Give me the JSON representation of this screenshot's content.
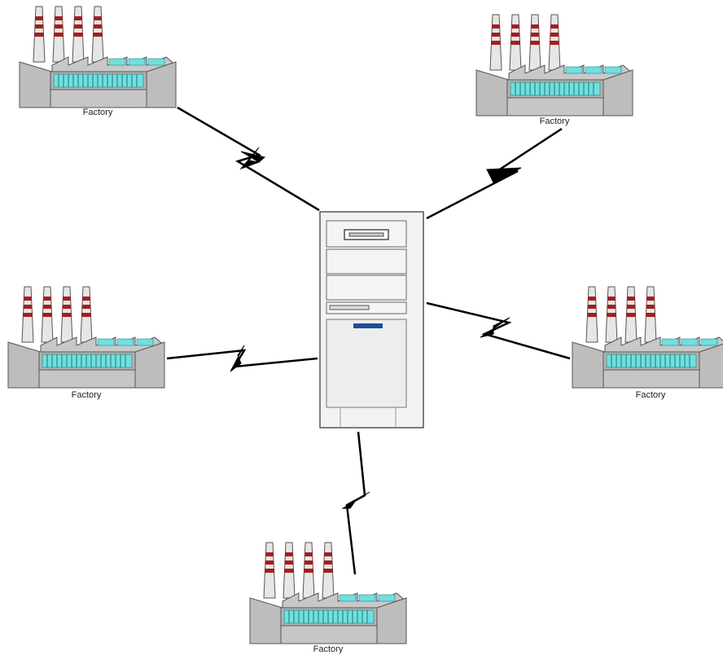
{
  "factories": [
    {
      "id": "factory-top-left",
      "label": "Factory"
    },
    {
      "id": "factory-top-right",
      "label": "Factory"
    },
    {
      "id": "factory-middle-left",
      "label": "Factory"
    },
    {
      "id": "factory-middle-right",
      "label": "Factory"
    },
    {
      "id": "factory-bottom",
      "label": "Factory"
    }
  ],
  "links": [
    {
      "from": "server",
      "to": "factory-top-left",
      "type": "wireless-lightning"
    },
    {
      "from": "server",
      "to": "factory-top-right",
      "type": "wireless-lightning"
    },
    {
      "from": "server",
      "to": "factory-middle-left",
      "type": "wireless-lightning"
    },
    {
      "from": "server",
      "to": "factory-middle-right",
      "type": "wireless-lightning"
    },
    {
      "from": "server",
      "to": "factory-bottom",
      "type": "wireless-lightning"
    }
  ],
  "colors": {
    "building": "#c0c0c0",
    "window": "#6fe0e0",
    "chimney": "#e6e6e6",
    "chimney_stripe": "#a02020",
    "lightning": "#000000",
    "server_body": "#f2f2f2",
    "server_led": "#1a4f99"
  }
}
